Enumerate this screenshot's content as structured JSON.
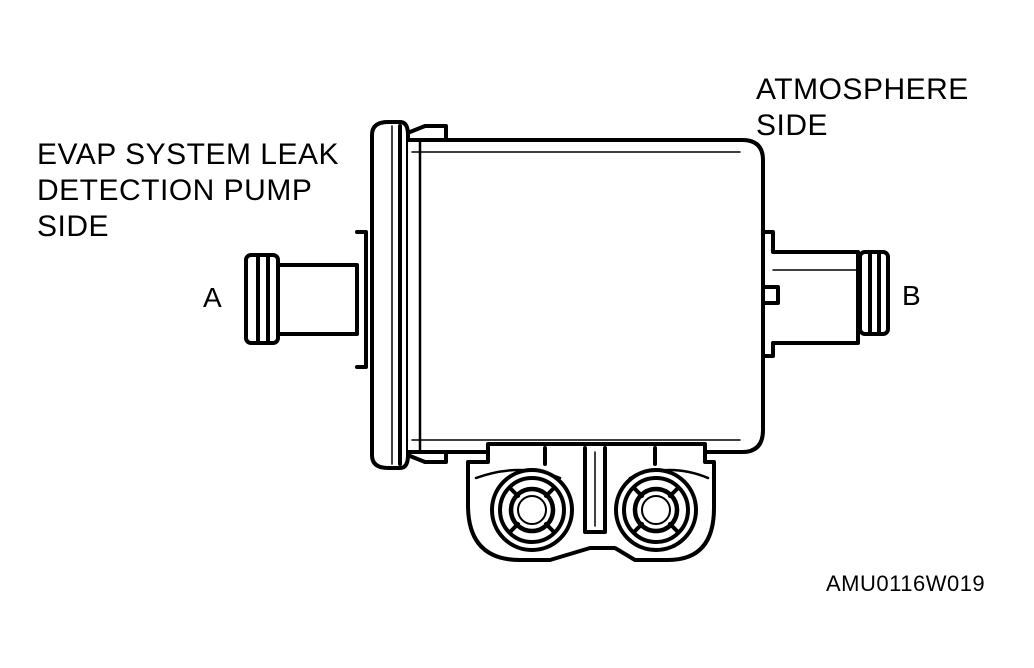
{
  "labels": {
    "pump_side": [
      "EVAP SYSTEM LEAK",
      "DETECTION PUMP",
      "SIDE"
    ],
    "atmosphere_side": [
      "ATMOSPHERE",
      "SIDE"
    ],
    "port_a": "A",
    "port_b": "B",
    "figure_code": "AMU0116W019"
  }
}
